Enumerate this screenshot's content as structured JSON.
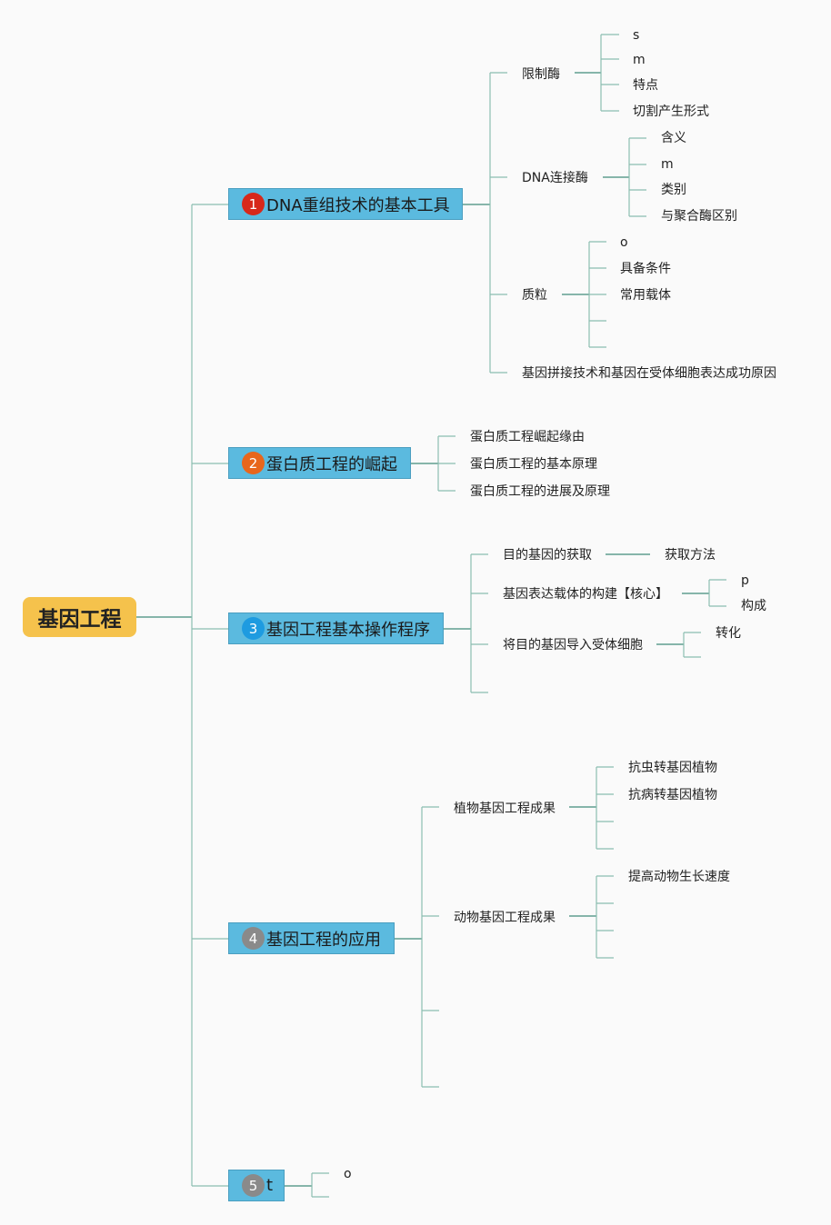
{
  "root": {
    "label": "基因工程"
  },
  "branches": [
    {
      "num": "1",
      "num_color": "#d7281a",
      "label": "DNA重组技术的基本工具",
      "children": [
        {
          "label": "限制酶",
          "children": [
            {
              "label": "s"
            },
            {
              "label": "m"
            },
            {
              "label": "特点"
            },
            {
              "label": "切割产生形式"
            }
          ]
        },
        {
          "label": "DNA连接酶",
          "children": [
            {
              "label": "含义"
            },
            {
              "label": "m"
            },
            {
              "label": "类别"
            },
            {
              "label": "与聚合酶区别"
            }
          ]
        },
        {
          "label": "质粒",
          "children": [
            {
              "label": "o"
            },
            {
              "label": "具备条件"
            },
            {
              "label": "常用载体"
            },
            {
              "label": ""
            },
            {
              "label": ""
            }
          ]
        },
        {
          "label": "基因拼接技术和基因在受体细胞表达成功原因"
        }
      ]
    },
    {
      "num": "2",
      "num_color": "#e8661c",
      "label": "蛋白质工程的崛起",
      "children": [
        {
          "label": "蛋白质工程崛起缘由"
        },
        {
          "label": "蛋白质工程的基本原理"
        },
        {
          "label": "蛋白质工程的进展及原理"
        }
      ]
    },
    {
      "num": "3",
      "num_color": "#1e9be0",
      "label": "基因工程基本操作程序",
      "children": [
        {
          "label": "目的基因的获取",
          "children": [
            {
              "label": "获取方法"
            }
          ]
        },
        {
          "label": "基因表达载体的构建【核心】",
          "children": [
            {
              "label": "p"
            },
            {
              "label": "构成"
            }
          ]
        },
        {
          "label": "将目的基因导入受体细胞",
          "children": [
            {
              "label": "转化"
            },
            {
              "label": ""
            }
          ]
        },
        {
          "label": ""
        }
      ]
    },
    {
      "num": "4",
      "num_color": "#8a8a8a",
      "label": "基因工程的应用",
      "children": [
        {
          "label": "植物基因工程成果",
          "children": [
            {
              "label": "抗虫转基因植物"
            },
            {
              "label": "抗病转基因植物"
            },
            {
              "label": ""
            },
            {
              "label": ""
            }
          ]
        },
        {
          "label": "动物基因工程成果",
          "children": [
            {
              "label": "提高动物生长速度"
            },
            {
              "label": ""
            },
            {
              "label": ""
            },
            {
              "label": ""
            }
          ]
        },
        {
          "label": ""
        },
        {
          "label": ""
        }
      ]
    },
    {
      "num": "5",
      "num_color": "#8a8a8a",
      "label": "t",
      "children": [
        {
          "label": "o"
        },
        {
          "label": ""
        }
      ]
    }
  ]
}
